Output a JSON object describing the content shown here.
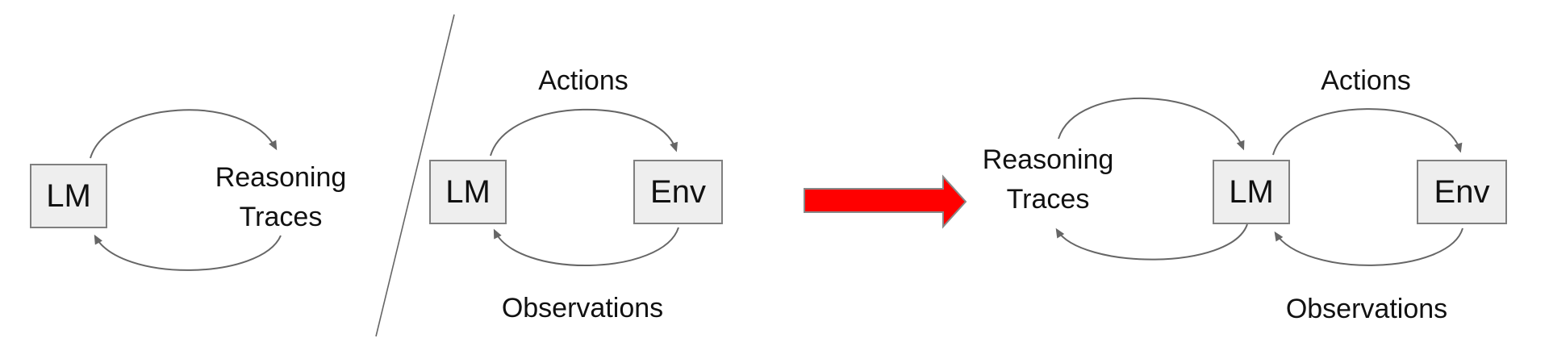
{
  "colors": {
    "bg": "#ffffff",
    "box_fill": "#eeeeee",
    "box_border": "#7f7f7f",
    "arc_stroke": "#666666",
    "red_fill": "#ff0000",
    "red_stroke": "#888888",
    "text_color": "#111111"
  },
  "panels": {
    "left": {
      "box_lm": "LM",
      "loop_label": {
        "line1": "Reasoning",
        "line2": "Traces"
      }
    },
    "middle": {
      "box_lm": "LM",
      "box_env": "Env",
      "top_label": "Actions",
      "bottom_label": "Observations"
    },
    "right": {
      "loop_label": {
        "line1": "Reasoning",
        "line2": "Traces"
      },
      "box_lm": "LM",
      "box_env": "Env",
      "top_label": "Actions",
      "bottom_label": "Observations"
    }
  }
}
